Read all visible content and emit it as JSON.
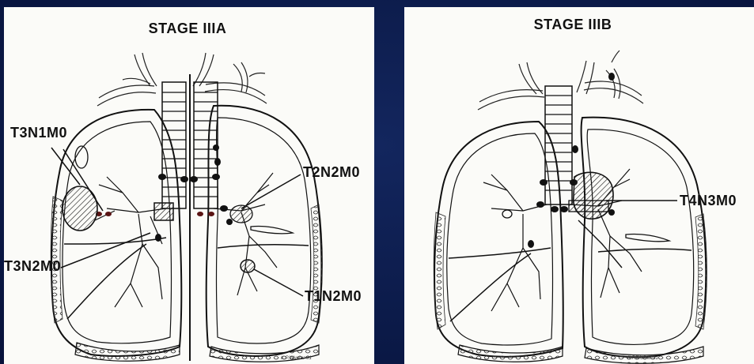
{
  "panels": [
    {
      "title": "STAGE IIIA",
      "labels": [
        "T3N1M0",
        "T2N2M0",
        "T3N2M0",
        "T1N2M0"
      ],
      "signature": "K.P.Wuerer-91"
    },
    {
      "title": "STAGE IIIB",
      "labels": [
        "T4N3M0"
      ],
      "signature": "K.P.Wuerer-91"
    }
  ],
  "colors": {
    "background": "#0b1a48",
    "panel": "#fbfbf8",
    "ink": "#111111",
    "node": "#5a1414"
  }
}
